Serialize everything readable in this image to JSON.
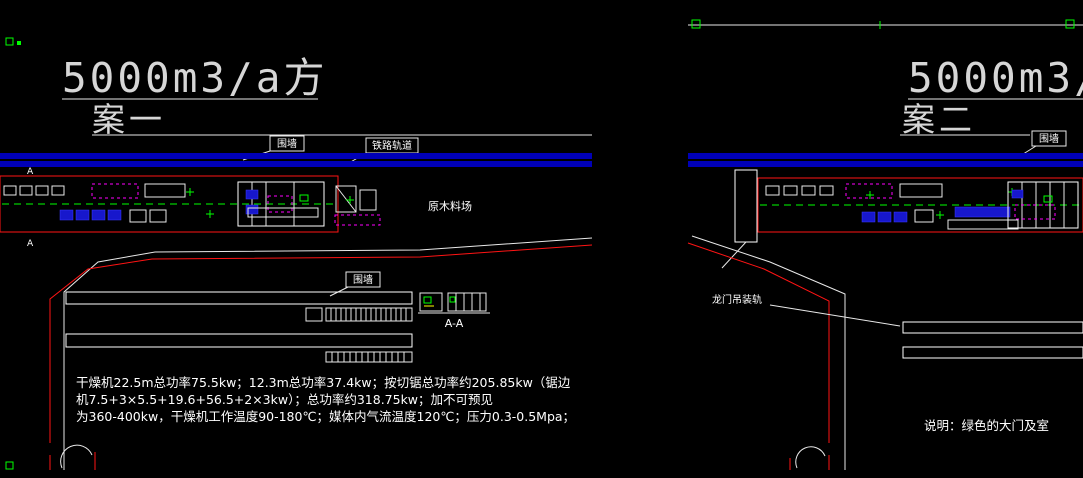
{
  "colors": {
    "background": "#000000",
    "wall_band_blue": "#0000b8",
    "outline_red": "#ff1414",
    "line_white": "#ffffff",
    "accent_green": "#00ff00",
    "accent_magenta": "#ff00ff",
    "accent_yellow": "#ffff00",
    "machine_blue": "#1717cc",
    "title_gray": "#d6d6d6"
  },
  "plan_left": {
    "title": "5000m3/a方",
    "subtitle": "案一",
    "fence_label_top": "围墙",
    "rail_label": "铁路轨道",
    "log_yard_label": "原木料场",
    "fence_label_mid": "围墙",
    "section_marker": "A",
    "section_label": "A-A",
    "notes": [
      "干燥机22.5m总功率75.5kw；12.3m总功率37.4kw；按切锯总功率约205.85kw（锯边",
      "机7.5+3×5.5+19.6+56.5+2×3kw）；总功率约318.75kw；加不可预见",
      "为360-400kw，干燥机工作温度90-180℃；媒体内气流温度120℃；压力0.3-0.5Mpa；"
    ]
  },
  "plan_right": {
    "title": "5000m3/",
    "subtitle": "案二",
    "fence_label_top": "围墙",
    "crane_rail_label": "龙门吊装轨",
    "note": "说明：绿色的大门及室"
  }
}
